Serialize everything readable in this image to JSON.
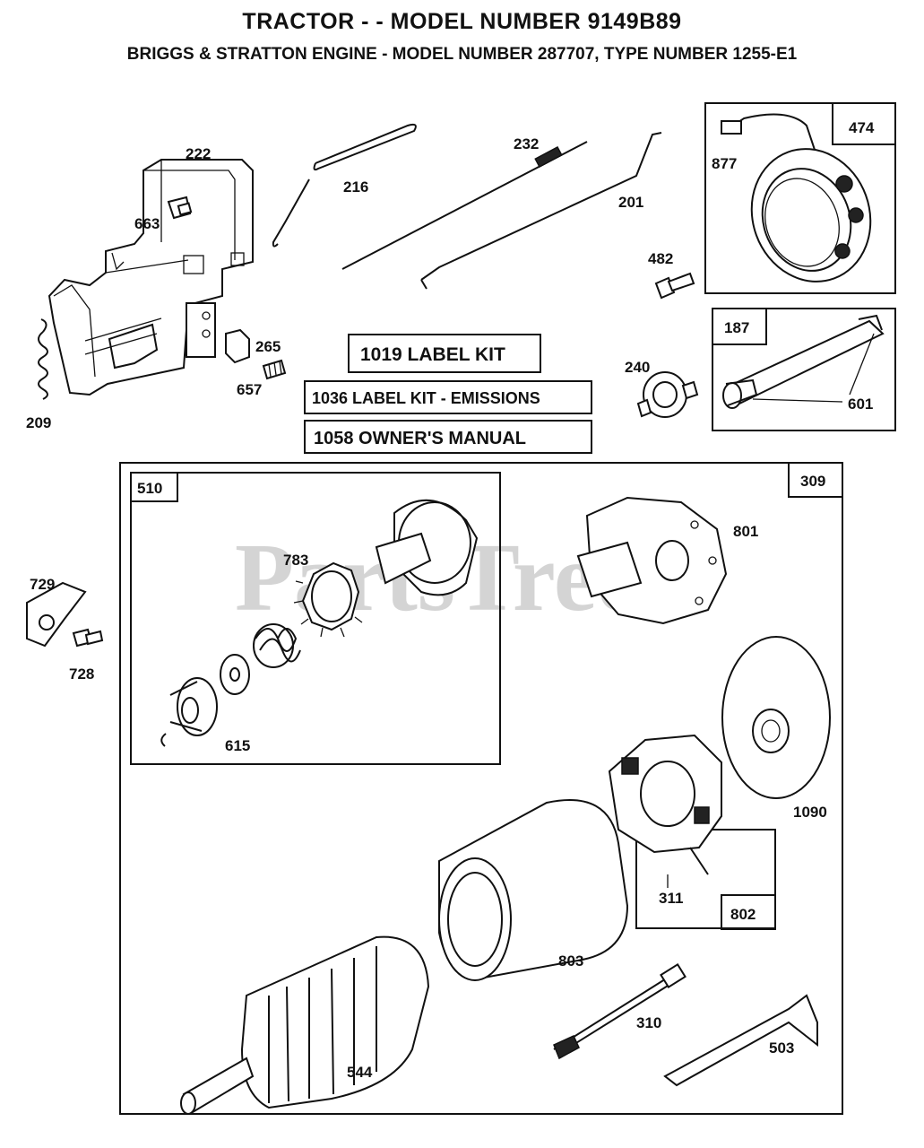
{
  "header": {
    "title": "TRACTOR - - MODEL NUMBER 9149B89",
    "subtitle": "BRIGGS & STRATTON ENGINE - MODEL NUMBER 287707, TYPE NUMBER 1255-E1"
  },
  "watermark": "PartsTree",
  "kits": {
    "k1019": "1019 LABEL KIT",
    "k1036": "1036 LABEL KIT - EMISSIONS",
    "k1058": "1058 OWNER'S MANUAL"
  },
  "boxes": {
    "b474": "474",
    "b187": "187",
    "b309": "309",
    "b510": "510",
    "b802": "802"
  },
  "parts": {
    "p222": "222",
    "p663": "663",
    "p265": "265",
    "p657": "657",
    "p209": "209",
    "p216": "216",
    "p232": "232",
    "p201": "201",
    "p877": "877",
    "p482": "482",
    "p240": "240",
    "p601": "601",
    "p783": "783",
    "p615": "615",
    "p729": "729",
    "p728": "728",
    "p801": "801",
    "p1090": "1090",
    "p311": "311",
    "p803": "803",
    "p310": "310",
    "p503": "503",
    "p544": "544"
  }
}
